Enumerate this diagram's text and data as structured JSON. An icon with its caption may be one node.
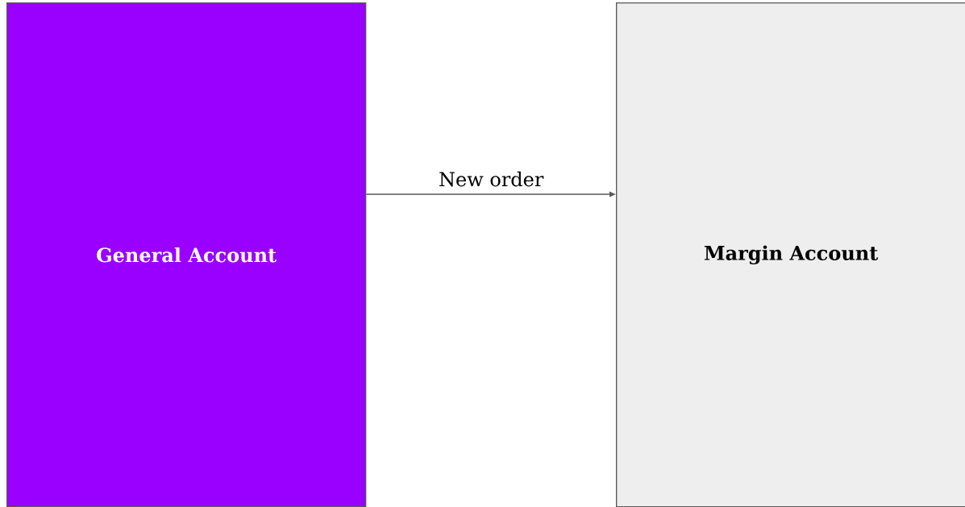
{
  "diagram": {
    "nodes": [
      {
        "text": [
          "General Account"
        ]
      },
      {
        "text": [
          "Margin Account"
        ]
      }
    ],
    "edges": [
      {
        "from": 0,
        "to": 1,
        "arrow": "to",
        "label": "New order"
      }
    ]
  }
}
